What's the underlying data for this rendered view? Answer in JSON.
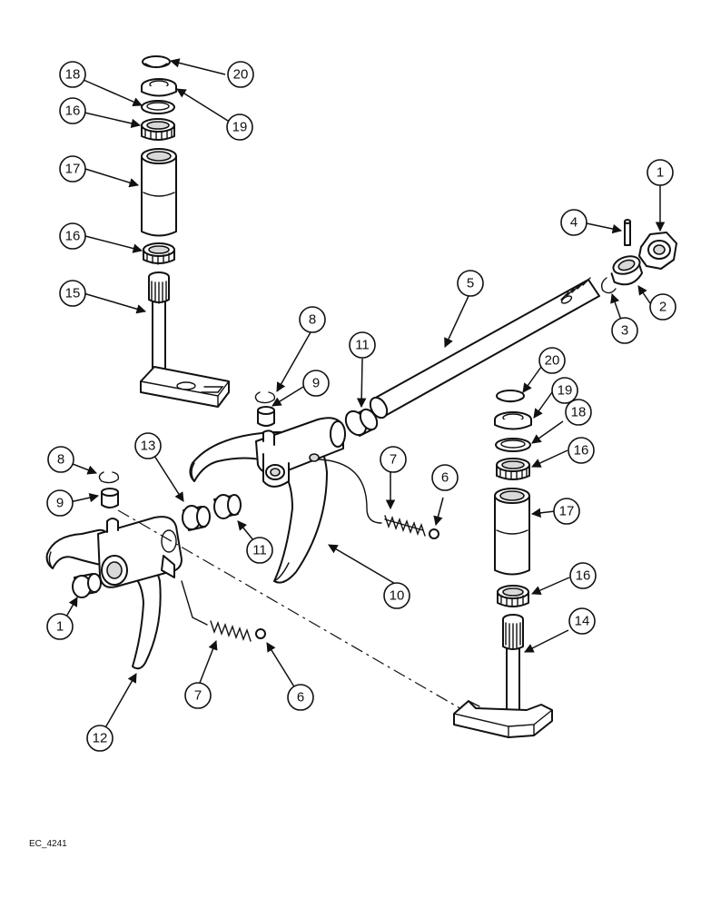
{
  "reference_code": "EC_4241",
  "callouts": [
    "1",
    "2",
    "3",
    "4",
    "5",
    "6",
    "7",
    "8",
    "9",
    "10",
    "11",
    "12",
    "13",
    "14",
    "15",
    "16",
    "17",
    "18",
    "19",
    "20"
  ],
  "ink_color": "#111111",
  "background_color": "#ffffff"
}
